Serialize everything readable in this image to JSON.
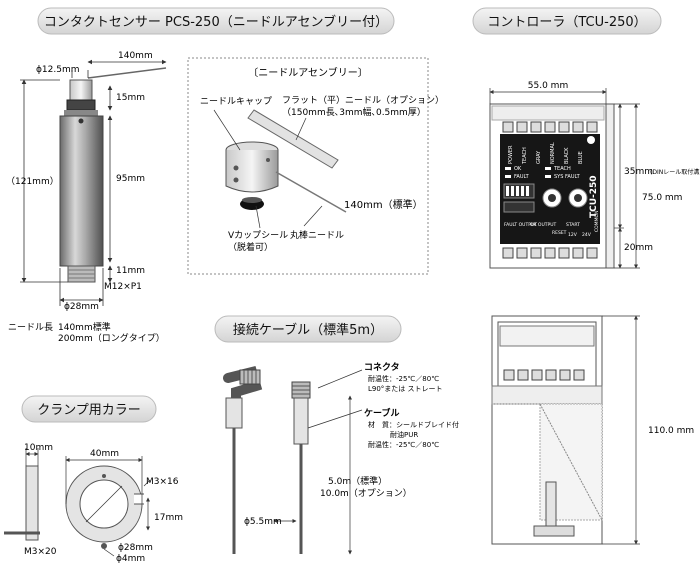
{
  "sections": {
    "sensor_title": "コンタクトセンサー PCS-250（ニードルアセンブリー付）",
    "controller_title": "コントローラ（TCU-250）",
    "cable_title": "接続ケーブル（標準5m）",
    "clamp_title": "クランプ用カラー"
  },
  "sensor": {
    "dia_top": "ϕ12.5mm",
    "len_needle": "140mm",
    "dim_15": "15mm",
    "dim_121": "（121mm）",
    "dim_95": "95mm",
    "dim_11": "11mm",
    "thread": "M12×P1",
    "dia_body": "ϕ28mm",
    "needle_len_label": "ニードル長",
    "needle_std": "140mm標準",
    "needle_long": "200mm（ロングタイプ）"
  },
  "needle_assembly": {
    "title": "〔ニードルアセンブリー〕",
    "cap": "ニードルキャップ",
    "flat1": "フラット（平）ニードル（オプション）",
    "flat2": "（150mm長､3mm幅､0.5mm厚）",
    "len": "140mm（標準）",
    "vcup1": "Vカップシール",
    "vcup2": "（脱着可）",
    "round": "丸棒ニードル"
  },
  "controller": {
    "width": "55.0 mm",
    "dim_35": "35mm",
    "din": "(DINレール取付溝)",
    "dim_75": "75.0 mm",
    "dim_20": "20mm",
    "model": "TCU-250",
    "height": "110.0 mm",
    "top_labels": [
      "POWER",
      "TEACH",
      "GRAY",
      "NORMAL",
      "BLACK",
      "BLUE"
    ],
    "ok": "OK",
    "teach": "TEACH",
    "fault": "FAULT",
    "sysfault": "SYS FAULT",
    "bot_labels": [
      "FAULT OUTPUT",
      "OK OUTPUT",
      "RESET",
      "START",
      "12V",
      "24V",
      "COMMON"
    ]
  },
  "cable": {
    "connector_title": "コネクタ",
    "connector_temp": "耐温性：-25℃／80℃",
    "connector_type": "L90°または ストレート",
    "cable_title": "ケーブル",
    "cable_mat1": "材　質：シールドブレイド付",
    "cable_mat2": "耐油PUR",
    "cable_temp": "耐温性：-25℃／80℃",
    "len_std": "5.0m（標準）",
    "len_opt": "10.0m（オプション）",
    "dia": "ϕ5.5mm"
  },
  "clamp": {
    "dim_10": "10mm",
    "dim_40": "40mm",
    "m3x16": "M3×16",
    "dim_17": "17mm",
    "dia_28": "ϕ28mm",
    "dia_4": "ϕ4mm",
    "m3x20": "M3×20"
  }
}
